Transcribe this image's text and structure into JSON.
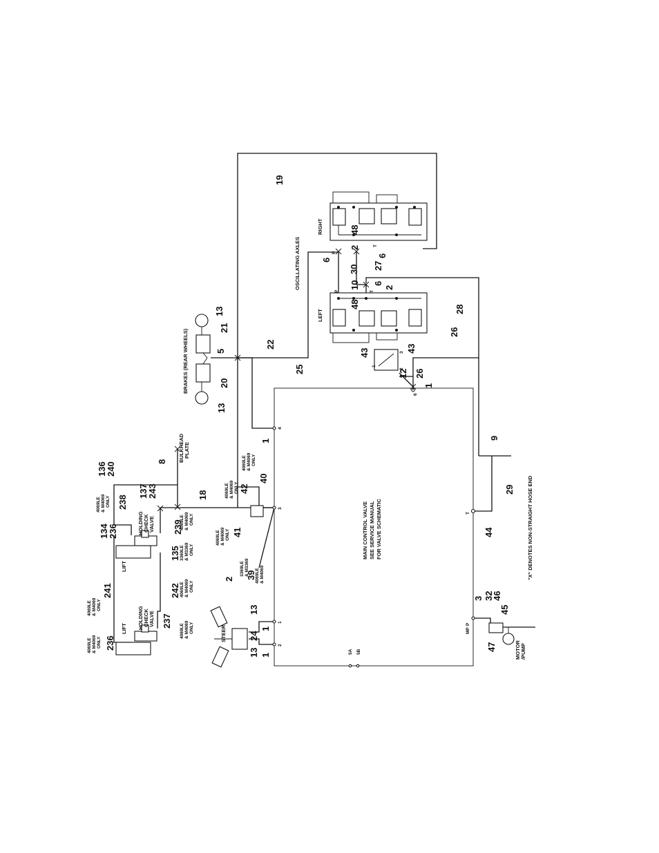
{
  "labels": {
    "main_valve_1": "MAIN CONTROL VALVE",
    "main_valve_2": "SEE SERVICE MANUAL",
    "main_valve_3": "FOR VALVE SCHEMATIC",
    "footnote": "\"X\" DENOTES NON-STRAIGHT HOSE END",
    "oscillating_axles": "OSCILLATING AXLES",
    "right": "RIGHT",
    "left": "LEFT",
    "brakes": "BRAKES (REAR WHEELS)",
    "bulkhead_1": "BULKHEAD",
    "bulkhead_2": "PLATE",
    "steer": "STEER",
    "lift": "LIFT",
    "holding_1": "HOLDING",
    "holding_2": "CHECK",
    "holding_3": "VALVE",
    "motor_1": "MOTOR",
    "motor_2": "/PUMP",
    "note_4069_1": "4069LE",
    "note_4069_2": "& M4069",
    "note_only": "ONLY",
    "note_3369_1": "3369LE",
    "note_3369_2": "& M3369",
    "port_p": "P",
    "port_t": "T",
    "port_mp": "MP",
    "port_5a": "5A",
    "port_5b": "5B"
  },
  "callouts": {
    "n1": "1",
    "n2": "2",
    "n3": "3",
    "n4": "4",
    "n5": "5",
    "n6": "6",
    "n8": "8",
    "n9": "9",
    "n10": "10",
    "n12": "12",
    "n13": "13",
    "n18": "18",
    "n19": "19",
    "n20": "20",
    "n21": "21",
    "n22": "22",
    "n24": "24",
    "n25": "25",
    "n26": "26",
    "n27": "27",
    "n28": "28",
    "n29": "29",
    "n30": "30",
    "n32": "32",
    "n39": "39",
    "n40": "40",
    "n41": "41",
    "n42": "42",
    "n43": "43",
    "n44": "44",
    "n45": "45",
    "n46": "46",
    "n47": "47",
    "n48": "48",
    "n134": "134",
    "n135": "135",
    "n136": "136",
    "n137": "137",
    "n236": "236",
    "n237": "237",
    "n238": "238",
    "n239": "239",
    "n240": "240",
    "n241": "241",
    "n242": "242",
    "n243": "243"
  }
}
